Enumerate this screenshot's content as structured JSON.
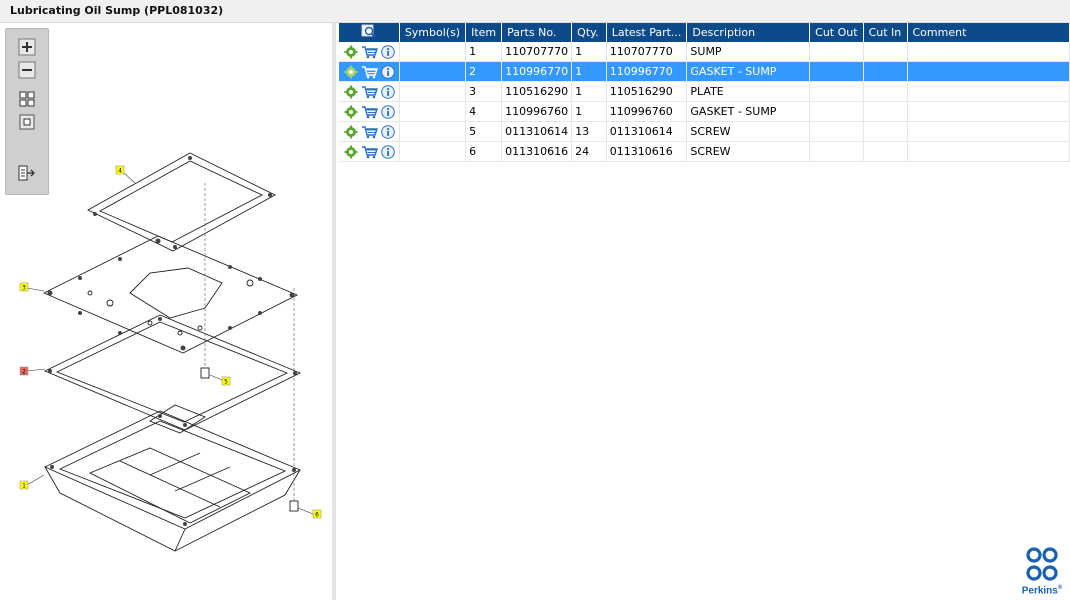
{
  "window": {
    "title": "Lubricating Oil Sump (PPL081032)"
  },
  "toolbar": {
    "buttons": [
      {
        "name": "zoom-in-icon"
      },
      {
        "name": "zoom-out-icon"
      },
      {
        "name": "fit-icon"
      },
      {
        "name": "actual-size-icon"
      },
      {
        "name": "export-icon"
      }
    ]
  },
  "drawing": {
    "callouts": [
      "1",
      "2",
      "3",
      "4",
      "5",
      "6"
    ]
  },
  "table": {
    "columns": [
      "",
      "Symbol(s)",
      "Item",
      "Parts No.",
      "Qty.",
      "Latest Part...",
      "Description",
      "Cut Out",
      "Cut In",
      "Comment"
    ],
    "rows": [
      {
        "item": "1",
        "parts_no": "110707770",
        "qty": "1",
        "latest": "110707770",
        "description": "SUMP",
        "symbols": "",
        "cut_out": "",
        "cut_in": "",
        "comment": ""
      },
      {
        "item": "2",
        "parts_no": "110996770",
        "qty": "1",
        "latest": "110996770",
        "description": "GASKET - SUMP",
        "symbols": "",
        "cut_out": "",
        "cut_in": "",
        "comment": ""
      },
      {
        "item": "3",
        "parts_no": "110516290",
        "qty": "1",
        "latest": "110516290",
        "description": "PLATE",
        "symbols": "",
        "cut_out": "",
        "cut_in": "",
        "comment": ""
      },
      {
        "item": "4",
        "parts_no": "110996760",
        "qty": "1",
        "latest": "110996760",
        "description": "GASKET - SUMP",
        "symbols": "",
        "cut_out": "",
        "cut_in": "",
        "comment": ""
      },
      {
        "item": "5",
        "parts_no": "011310614",
        "qty": "13",
        "latest": "011310614",
        "description": "SCREW",
        "symbols": "",
        "cut_out": "",
        "cut_in": "",
        "comment": ""
      },
      {
        "item": "6",
        "parts_no": "011310616",
        "qty": "24",
        "latest": "011310616",
        "description": "SCREW",
        "symbols": "",
        "cut_out": "",
        "cut_in": "",
        "comment": ""
      }
    ],
    "selected_item": "2"
  },
  "branding": {
    "logo_text": "Perkins",
    "logo_mark": "®",
    "color": "#1a62b0"
  },
  "colors": {
    "header": "#0c4a8a",
    "selection": "#3399ff",
    "callout": "#ffff00",
    "callout_highlight": "#e86a6a"
  }
}
